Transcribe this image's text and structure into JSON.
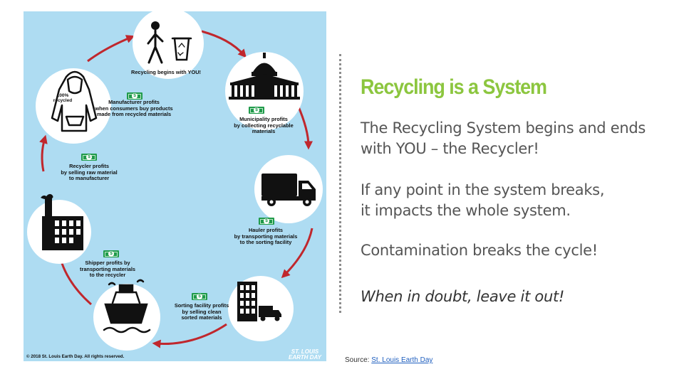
{
  "diagram": {
    "steps": [
      {
        "id": "recycler",
        "label": "Recycling begins with YOU!",
        "icon": "person-recycling-bin-icon"
      },
      {
        "id": "municipality",
        "label": "Municipality profits\nby collecting recyclable\nmaterials",
        "icon": "capitol-building-icon"
      },
      {
        "id": "hauler",
        "label": "Hauler profits\nby transporting materials\nto the sorting facility",
        "icon": "truck-icon"
      },
      {
        "id": "sorting",
        "label": "Sorting facility profits\nby selling clean\nsorted materials",
        "icon": "building-truck-icon"
      },
      {
        "id": "shipper",
        "label": "Shipper profits by\ntransporting materials\nto the recycler",
        "icon": "ship-icon"
      },
      {
        "id": "recycler-profit",
        "label": "Recycler profits\nby selling raw material\nto manufacturer",
        "icon": "factory-icon"
      },
      {
        "id": "manufacturer",
        "label": "Manufacturer profits\nwhen consumers buy products\nmade from recycled materials",
        "icon": "hoodie-icon"
      }
    ],
    "hoodie_text": "100%\nrecycled",
    "copyright": "© 2018 St. Louis Earth Day. All rights reserved.",
    "logo": "ST. LOUIS\nEARTH DAY",
    "colors": {
      "background": "#aedcf2",
      "arrow": "#c0272d",
      "money": "#1f9a4a",
      "circle": "#ffffff"
    }
  },
  "slide": {
    "title": "Recycling is a System",
    "p1": "The Recycling System begins and ends\nwith YOU – the Recycler!",
    "p2": "If any point in the system breaks,\nit impacts the whole system.",
    "p3": "Contamination breaks the cycle!",
    "p4": "When in doubt, leave it out!",
    "source_label": "Source: ",
    "source_link": "St. Louis Earth Day",
    "title_color": "#8cc63f"
  }
}
